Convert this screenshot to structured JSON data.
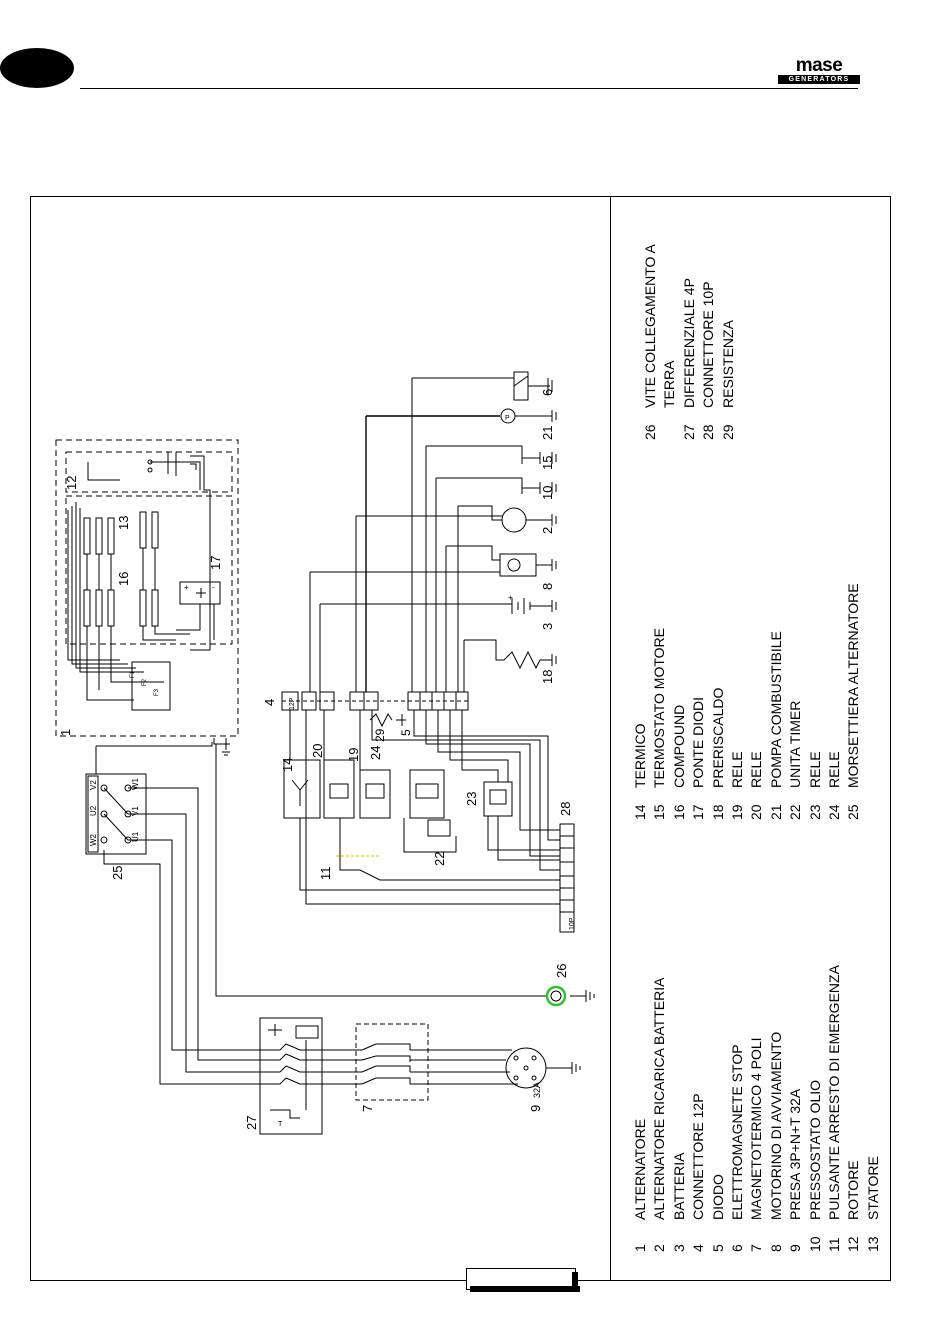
{
  "brand": {
    "name": "mase",
    "tagline": "GENERATORS"
  },
  "legend": [
    {
      "num": "1",
      "text": "ALTERNATORE"
    },
    {
      "num": "2",
      "text": "ALTERNATORE RICARICA BATTERIA"
    },
    {
      "num": "3",
      "text": "BATTERIA"
    },
    {
      "num": "4",
      "text": "CONNETTORE 12P"
    },
    {
      "num": "5",
      "text": "DIODO"
    },
    {
      "num": "6",
      "text": "ELETTROMAGNETE STOP"
    },
    {
      "num": "7",
      "text": "MAGNETOTERMICO 4 POLI"
    },
    {
      "num": "8",
      "text": "MOTORINO DI AVVIAMENTO"
    },
    {
      "num": "9",
      "text": "PRESA 3P+N+T 32A"
    },
    {
      "num": "10",
      "text": "PRESSOSTATO OLIO"
    },
    {
      "num": "11",
      "text": "PULSANTE ARRESTO DI EMERGENZA"
    },
    {
      "num": "12",
      "text": "ROTORE"
    },
    {
      "num": "13",
      "text": "STATORE"
    },
    {
      "num": "14",
      "text": "TERMICO"
    },
    {
      "num": "15",
      "text": "TERMOSTATO MOTORE"
    },
    {
      "num": "16",
      "text": "COMPOUND"
    },
    {
      "num": "17",
      "text": "PONTE DIODI"
    },
    {
      "num": "18",
      "text": "PRERISCALDO"
    },
    {
      "num": "19",
      "text": "RELE"
    },
    {
      "num": "20",
      "text": "RELE"
    },
    {
      "num": "21",
      "text": "POMPA COMBUSTIBILE"
    },
    {
      "num": "22",
      "text": "UNITA TIMER"
    },
    {
      "num": "23",
      "text": "RELE"
    },
    {
      "num": "24",
      "text": "RELE"
    },
    {
      "num": "25",
      "text": "MORSETTIERA ALTERNATORE"
    },
    {
      "num": "26",
      "text": "VITE COLLEGAMENTO A"
    },
    {
      "num": "",
      "text": "TERRA"
    },
    {
      "num": "27",
      "text": "DIFFERENZIALE 4P"
    },
    {
      "num": "28",
      "text": "CONNETTORE 10P"
    },
    {
      "num": "29",
      "text": "RESISTENZA"
    }
  ],
  "diagram_labels": {
    "l1": "1",
    "l2": "2",
    "l3": "3",
    "l4": "4",
    "l5": "5",
    "l6": "6",
    "l7": "7",
    "l8": "8",
    "l9": "9",
    "l10": "10",
    "l11": "11",
    "l12": "12",
    "l13": "13",
    "l14": "14",
    "l15": "15",
    "l16": "16",
    "l17": "17",
    "l18": "18",
    "l19": "19",
    "l20": "20",
    "l21": "21",
    "l22": "22",
    "l23": "23",
    "l24": "24",
    "l25": "25",
    "l26": "26",
    "l27": "27",
    "l28": "28",
    "l29": "29",
    "c12p": "12P",
    "c10p": "10P",
    "socket_rating": "32A",
    "term_v2": "V2",
    "term_u2": "U2",
    "term_w2": "W2",
    "term_v1": "V1",
    "term_u1": "U1",
    "term_w1": "W1"
  }
}
